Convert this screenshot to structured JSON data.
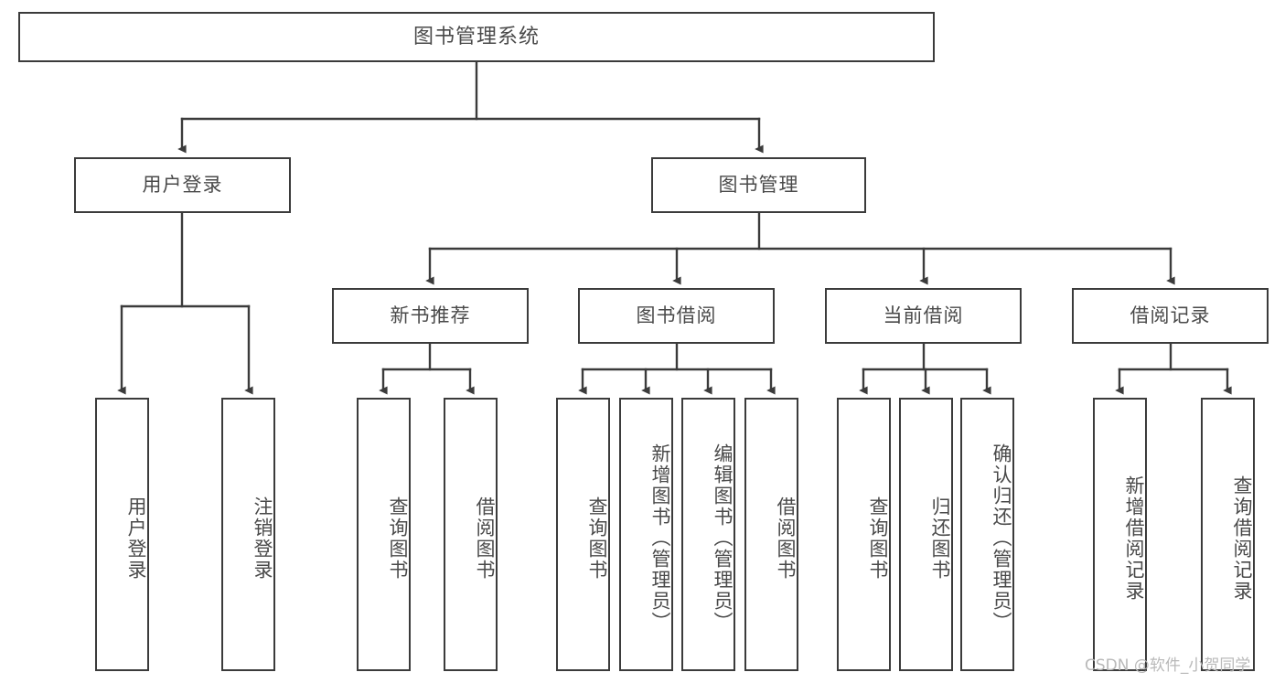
{
  "diagram": {
    "title": "图书管理系统",
    "root": {
      "label": "图书管理系统"
    },
    "level2": {
      "user_login": "用户登录",
      "book_manage": "图书管理"
    },
    "level3": {
      "new_book_recommend": "新书推荐",
      "book_borrow": "图书借阅",
      "current_borrow": "当前借阅",
      "borrow_record": "借阅记录"
    },
    "leaves": {
      "user_login_1": "用户登录",
      "user_login_2": "注销登录",
      "recommend_1": "查询图书",
      "recommend_2": "借阅图书",
      "borrow_1": "查询图书",
      "borrow_2": "新增图书（管理员）",
      "borrow_3": "编辑图书（管理员）",
      "borrow_4": "借阅图书",
      "current_1": "查询图书",
      "current_2": "归还图书",
      "current_3": "确认归还（管理员）",
      "record_1": "新增借阅记录",
      "record_2": "查询借阅记录"
    }
  },
  "watermark": {
    "text": "CSDN @软件_小贺同学"
  },
  "colors": {
    "stroke": "#3b3b3b",
    "text": "#4a4a4a",
    "background": "#ffffff",
    "watermark": "#b9b9b9"
  }
}
